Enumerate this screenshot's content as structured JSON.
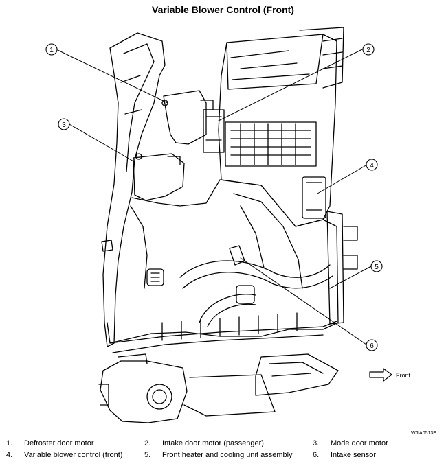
{
  "title": "Variable Blower Control (Front)",
  "callouts": [
    "1",
    "2",
    "3",
    "4",
    "5",
    "6"
  ],
  "direction_label": "Front",
  "drawing_code": "WJIA0513E",
  "legend": [
    {
      "num": "1.",
      "label": "Defroster door motor"
    },
    {
      "num": "2.",
      "label": "Intake door motor (passenger)"
    },
    {
      "num": "3.",
      "label": "Mode door motor"
    },
    {
      "num": "4.",
      "label": "Variable blower control (front)"
    },
    {
      "num": "5.",
      "label": "Front heater and cooling unit assembly"
    },
    {
      "num": "6.",
      "label": "Intake sensor"
    }
  ]
}
